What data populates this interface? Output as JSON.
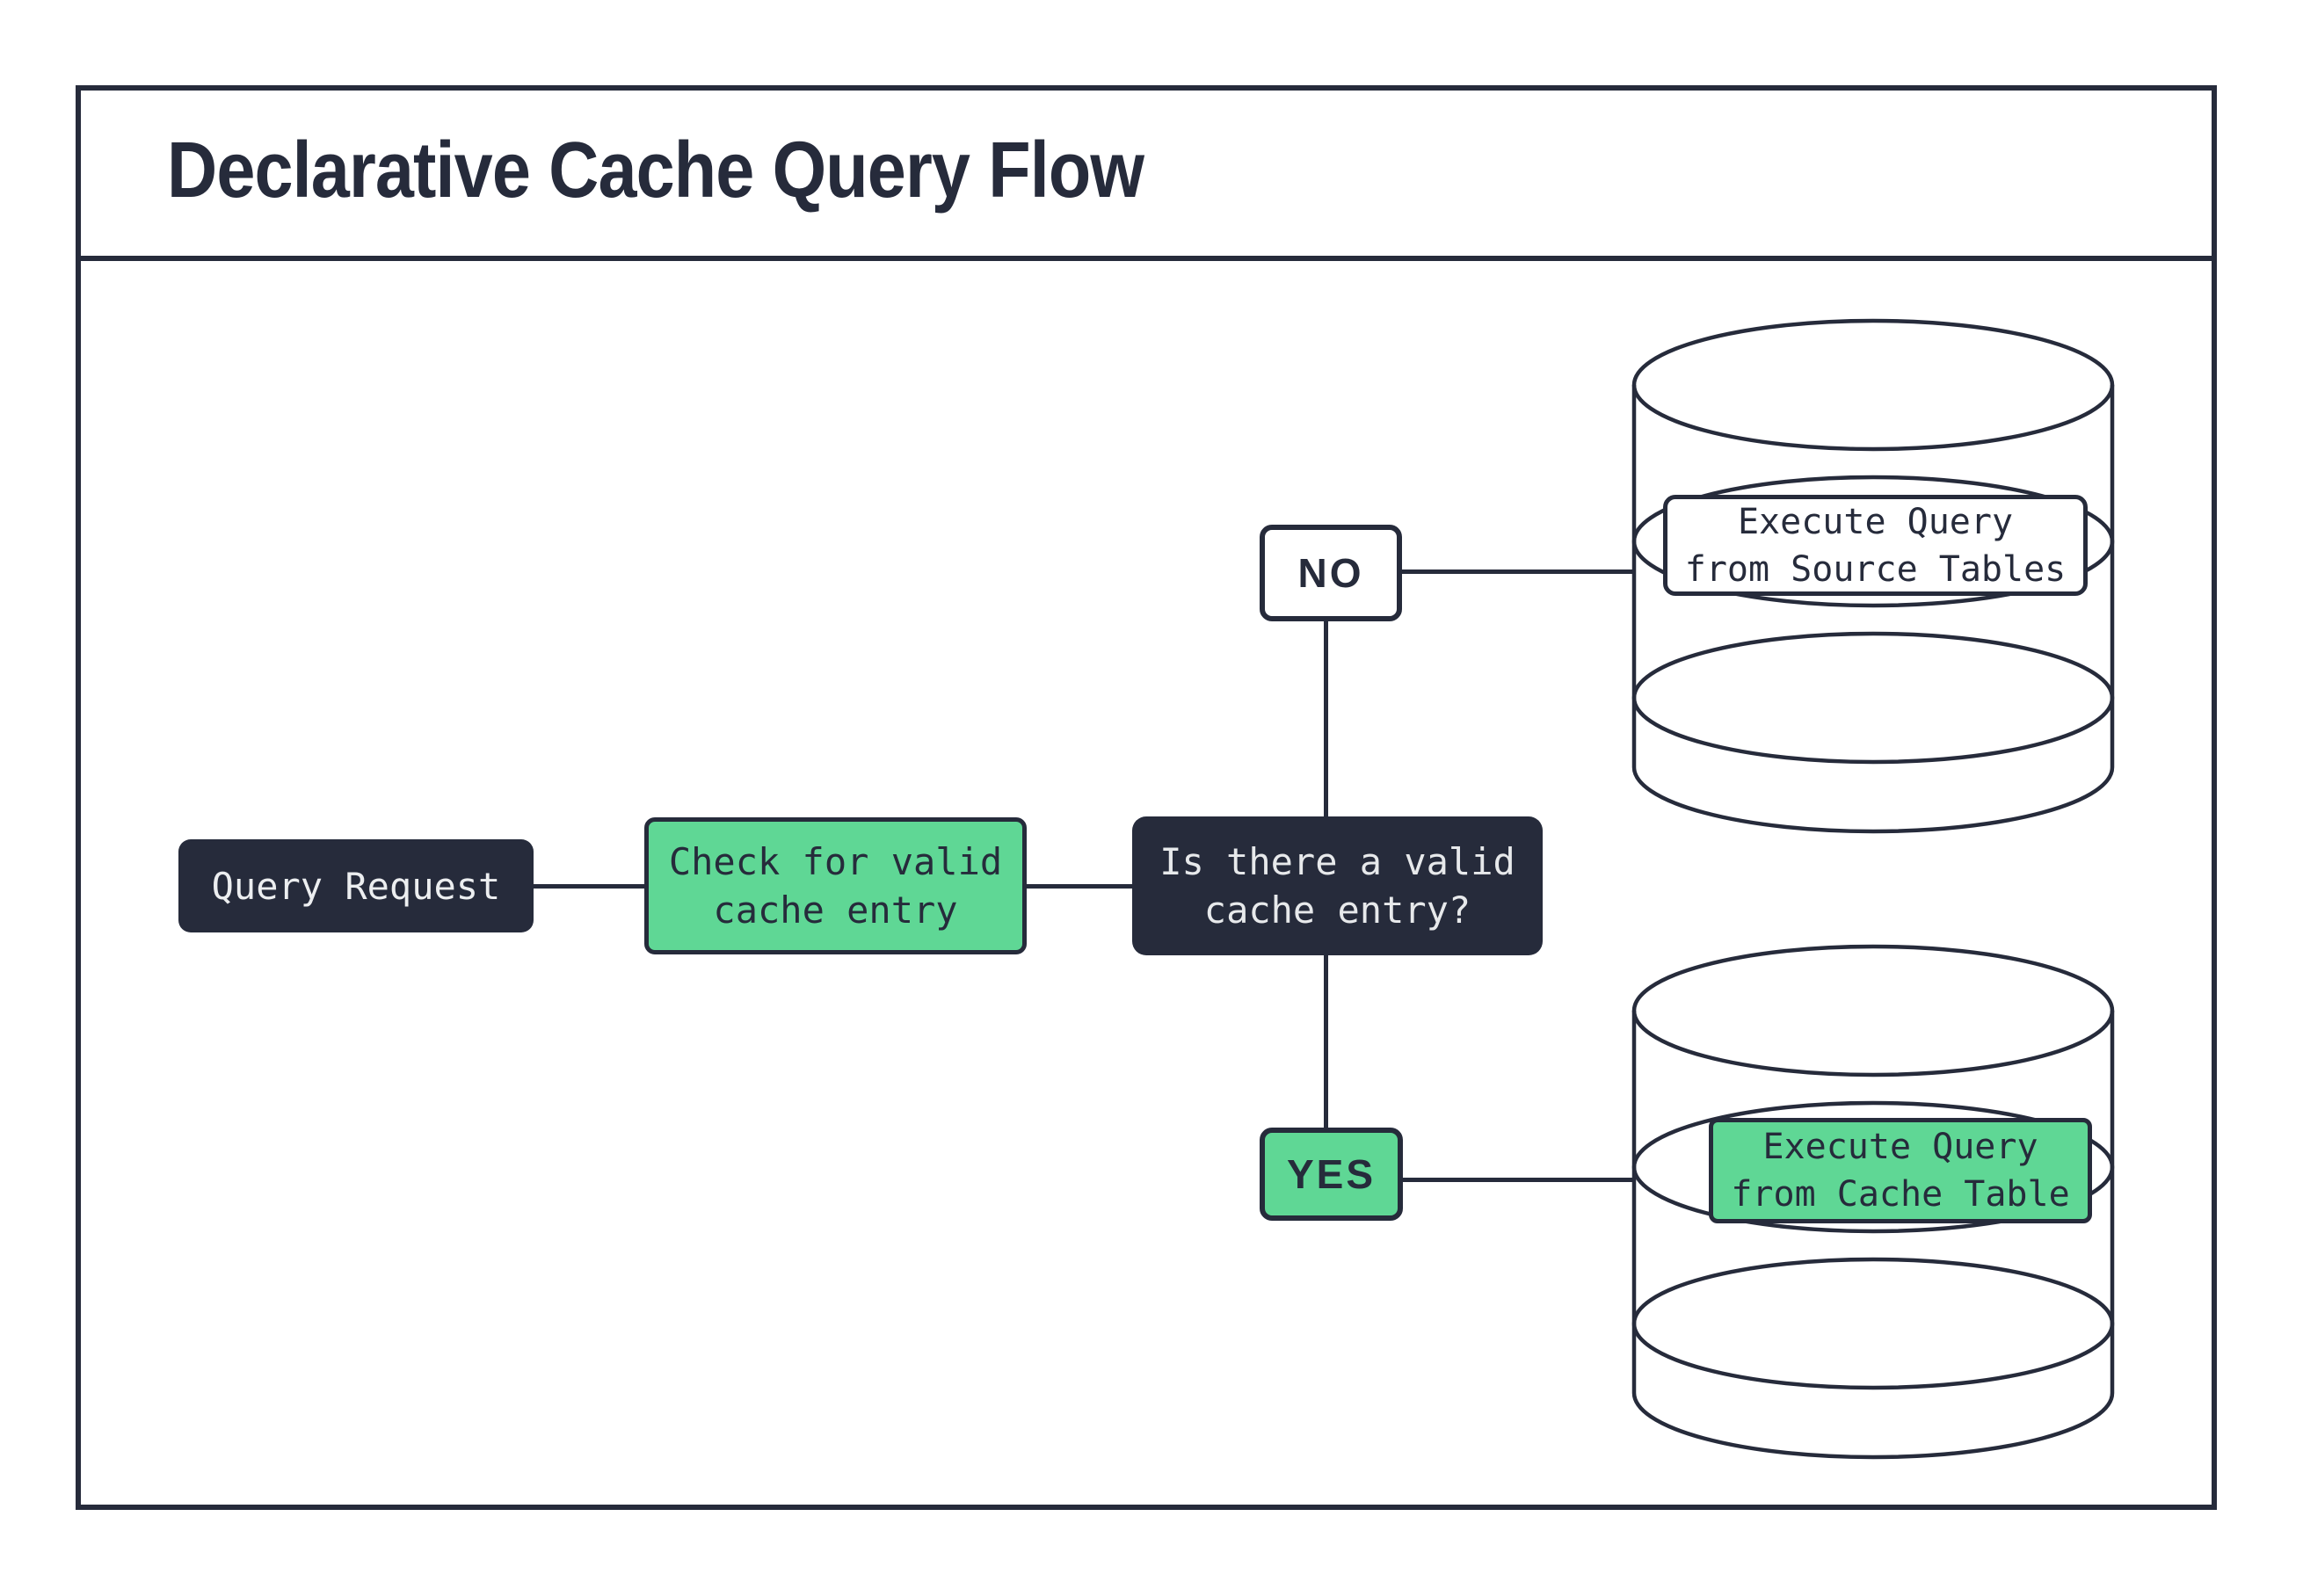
{
  "header": {
    "title": "Declarative Cache Query Flow"
  },
  "colors": {
    "navy": "#262B3B",
    "green": "#5FD795",
    "background": "#FFFFFF"
  },
  "nodes": {
    "query_request": {
      "label": "Query Request"
    },
    "check_cache": {
      "line1": "Check for valid",
      "line2": "cache entry"
    },
    "decision": {
      "line1": "Is there a valid",
      "line2": "cache entry?"
    },
    "branch_no": {
      "label": "NO"
    },
    "branch_yes": {
      "label": "YES"
    },
    "source_db": {
      "line1": "Execute Query",
      "line2": "from Source Tables"
    },
    "cache_db": {
      "line1": "Execute Query",
      "line2": "from Cache Table"
    }
  }
}
